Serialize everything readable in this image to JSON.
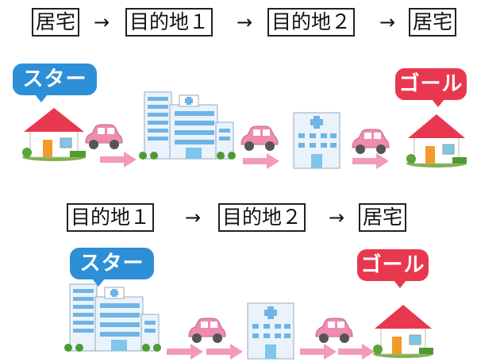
{
  "row1": {
    "steps": [
      "居宅",
      "目的地１",
      "目的地２",
      "居宅"
    ],
    "arrow": "→"
  },
  "row2": {
    "steps": [
      "目的地１",
      "目的地２",
      "居宅"
    ],
    "arrow": "→"
  },
  "badges": {
    "start": "スタート",
    "goal": "ゴール"
  },
  "colors": {
    "start_badge": "#2d8fd8",
    "goal_badge": "#e8384f",
    "car": "#f08ab0",
    "path_arrow": "#f29ab8",
    "roof": "#e8384f",
    "building_blue": "#6fb4e6"
  },
  "icons": [
    "house-icon",
    "car-icon",
    "hospital-large-icon",
    "clinic-building-icon",
    "path-arrow-icon"
  ]
}
